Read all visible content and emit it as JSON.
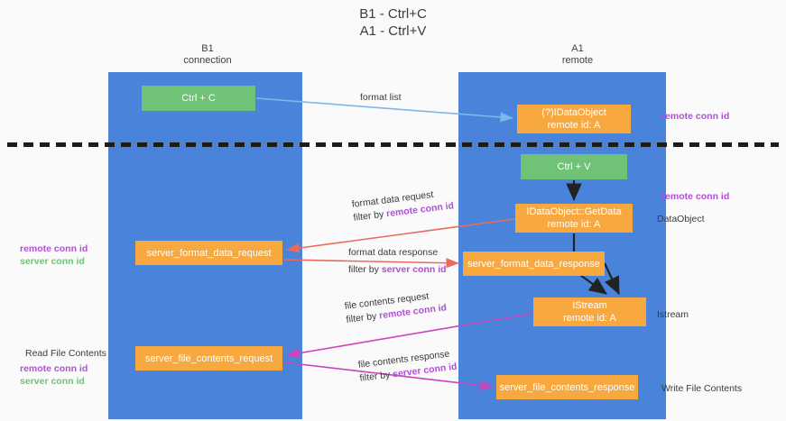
{
  "title": {
    "line1": "B1 - Ctrl+C",
    "line2": "A1 - Ctrl+V"
  },
  "lanes": [
    {
      "id": "b1",
      "name": "B1",
      "subtitle": "connection"
    },
    {
      "id": "a1",
      "name": "A1",
      "subtitle": "remote"
    }
  ],
  "nodes": {
    "ctrl_c": {
      "line1": "Ctrl + C",
      "line2": ""
    },
    "ido_root": {
      "line1": "(?)IDataObject",
      "line2": "remote id: A"
    },
    "ctrl_v": {
      "line1": "Ctrl + V",
      "line2": ""
    },
    "get_data": {
      "line1": "IDataObject::GetData",
      "line2": "remote id: A"
    },
    "fmt_req": {
      "line1": "server_format_data_request",
      "line2": ""
    },
    "fmt_res": {
      "line1": "server_format_data_response",
      "line2": ""
    },
    "istream": {
      "line1": "IStream",
      "line2": "remote id: A"
    },
    "file_req": {
      "line1": "server_file_contents_request",
      "line2": ""
    },
    "file_res": {
      "line1": "server_file_contents_response",
      "line2": ""
    }
  },
  "edge_labels": {
    "format_list": {
      "line1": "format list",
      "line2_prefix": "",
      "line2_key": ""
    },
    "format_data_request": {
      "line1": "format data request",
      "line2_prefix": "filter by ",
      "line2_key": "remote conn id"
    },
    "format_data_response": {
      "line1": "format data response",
      "line2_prefix": "filter by ",
      "line2_key": "server conn id"
    },
    "file_contents_request": {
      "line1": "file contents request",
      "line2_prefix": "filter by ",
      "line2_key": "remote conn id"
    },
    "file_contents_response": {
      "line1": "file contents response",
      "line2_prefix": "filter by ",
      "line2_key": "server conn id"
    }
  },
  "annotations": {
    "right_top_remote": "remote conn id",
    "right_mid_remote": "remote conn id",
    "right_dataobject": "DataObject",
    "right_istream": "Istream",
    "right_write_file": "Write File Contents",
    "left_remote": "remote conn id",
    "left_server": "server conn id",
    "left_read_file": "Read File Contents",
    "left_remote2": "remote conn id",
    "left_server2": "server conn id"
  },
  "colors": {
    "lane_blue": "#4a84da",
    "node_green": "#6fc276",
    "node_orange": "#f7a83f",
    "accent_purple": "#b24fd6",
    "accent_green": "#6fc276",
    "arrow_blue": "#7eb8e8",
    "arrow_red": "#ea6a5f",
    "arrow_magenta": "#cc44bb",
    "arrow_black": "#222222",
    "divider": "#1c1c1c"
  }
}
